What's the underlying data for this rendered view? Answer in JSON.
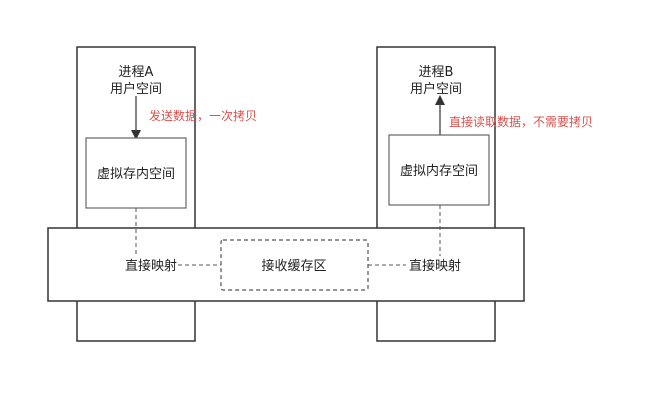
{
  "process_a": {
    "title_line1": "进程A",
    "title_line2": "用户空间",
    "virtual_memory": "虚拟存内空间",
    "note": "发送数据，一次拷贝"
  },
  "process_b": {
    "title_line1": "进程B",
    "title_line2": "用户空间",
    "virtual_memory": "虚拟内存空间",
    "note": "直接读取数据，不需要拷贝"
  },
  "kernel": {
    "left_mapping": "直接映射",
    "buffer": "接收缓存区",
    "right_mapping": "直接映射"
  },
  "colors": {
    "line": "#333333",
    "note": "#d9534f",
    "box_border": "#666666",
    "dashed": "#555555"
  }
}
